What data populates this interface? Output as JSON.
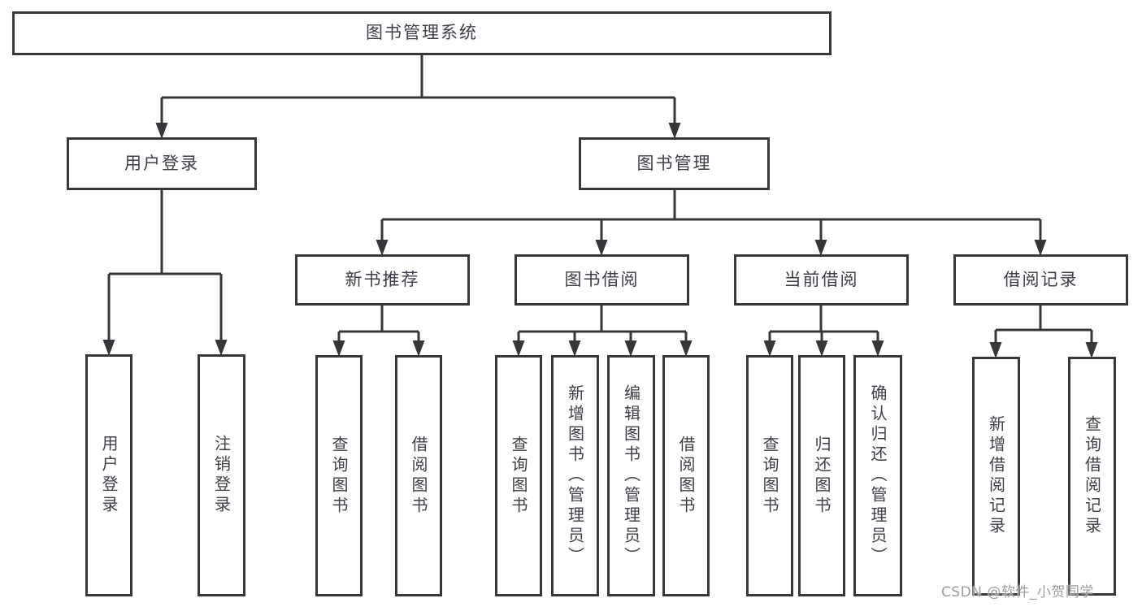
{
  "root": {
    "label": "图书管理系统"
  },
  "level2": {
    "user_login": {
      "label": "用户登录"
    },
    "book_management": {
      "label": "图书管理"
    }
  },
  "level3": {
    "new_book_recommend": {
      "label": "新书推荐"
    },
    "book_borrow": {
      "label": "图书借阅"
    },
    "current_borrow": {
      "label": "当前借阅"
    },
    "borrow_records": {
      "label": "借阅记录"
    }
  },
  "level4": {
    "user_login": {
      "label": "用户登录"
    },
    "logout": {
      "label": "注销登录"
    },
    "recommend_query_books": {
      "label": "查询图书"
    },
    "recommend_borrow_books": {
      "label": "借阅图书"
    },
    "borrow_query_books": {
      "label": "查询图书"
    },
    "borrow_add_books_admin": {
      "label": "新增图书（管理员）"
    },
    "borrow_edit_books_admin": {
      "label": "编辑图书（管理员）"
    },
    "borrow_borrow_books": {
      "label": "借阅图书"
    },
    "current_query_books": {
      "label": "查询图书"
    },
    "current_return_books": {
      "label": "归还图书"
    },
    "current_confirm_return_admin": {
      "label": "确认归还（管理员）"
    },
    "records_add_record": {
      "label": "新增借阅记录"
    },
    "records_query_record": {
      "label": "查询借阅记录"
    }
  },
  "watermark": {
    "text": "CSDN @软件_小贺同学"
  },
  "colors": {
    "line": "#36373b",
    "text": "#3c3f47",
    "watermark": "#9c9c9c",
    "background": "#ffffff"
  }
}
